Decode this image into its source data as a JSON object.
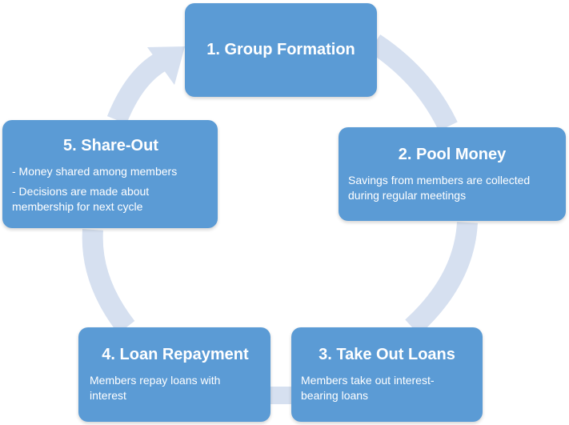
{
  "colors": {
    "node": "#5b9bd5",
    "arrow": "#d6e0f0"
  },
  "nodes": [
    {
      "title": "1. Group Formation",
      "lines": []
    },
    {
      "title": "2. Pool Money",
      "lines": [
        "Savings from members are collected",
        "during regular meetings"
      ]
    },
    {
      "title": "3. Take Out Loans",
      "lines": [
        "Members take out interest-",
        "bearing loans"
      ]
    },
    {
      "title": "4. Loan Repayment",
      "lines": [
        "Members repay loans with",
        "interest"
      ]
    },
    {
      "title": "5. Share-Out",
      "bullets": [
        {
          "lines": [
            "- Money shared among members"
          ]
        },
        {
          "lines": [
            "- Decisions are made about",
            "membership for next cycle"
          ]
        }
      ]
    }
  ]
}
